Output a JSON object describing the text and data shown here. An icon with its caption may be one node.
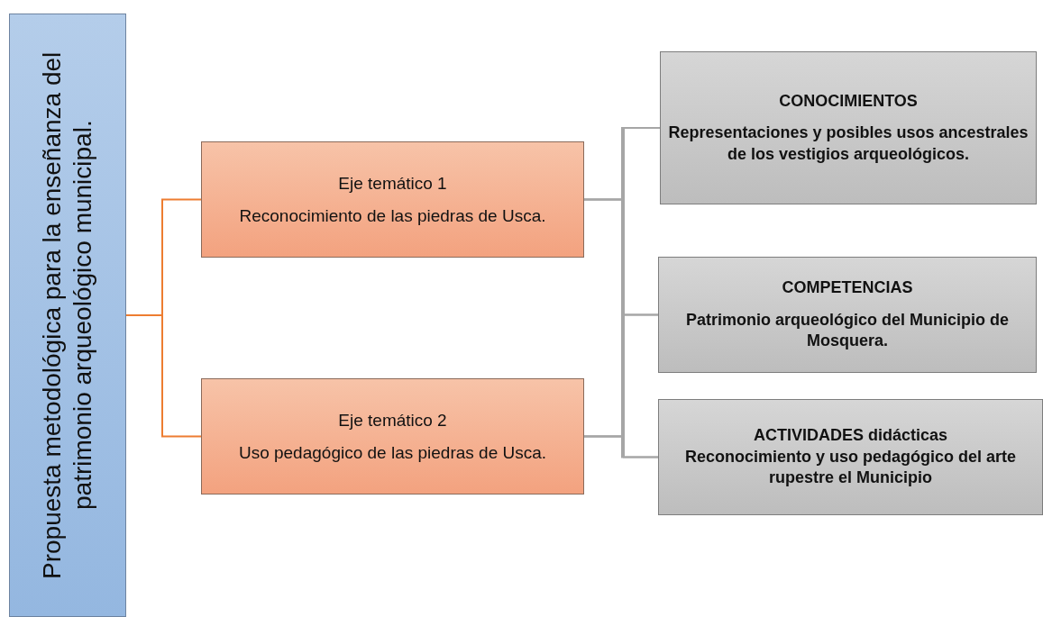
{
  "diagram": {
    "nodes": [
      {
        "text": [
          "Propuesta metodológica para la enseñanza del patrimonio arqueológico municipal."
        ]
      },
      {
        "text": [
          "Eje temático 1",
          "Reconocimiento de las piedras de Usca."
        ]
      },
      {
        "text": [
          "Eje temático 2",
          "Uso pedagógico de las piedras de Usca."
        ]
      },
      {
        "text": [
          "CONOCIMIENTOS",
          "Representaciones y posibles usos ancestrales de los vestigios arqueológicos."
        ]
      },
      {
        "text": [
          "COMPETENCIAS",
          "Patrimonio arqueológico del Municipio de Mosquera."
        ]
      },
      {
        "text": [
          "ACTIVIDADES didácticas",
          "Reconocimiento y uso pedagógico del arte rupestre el Municipio"
        ]
      }
    ],
    "edges": [
      {
        "from": 0,
        "to": 1,
        "arrow": "none",
        "color": "#ed7d31"
      },
      {
        "from": 0,
        "to": 2,
        "arrow": "none",
        "color": "#ed7d31"
      },
      {
        "from": 1,
        "to": 3,
        "arrow": "none"
      },
      {
        "from": 1,
        "to": 4,
        "arrow": "none"
      },
      {
        "from": 1,
        "to": 5,
        "arrow": "none"
      },
      {
        "from": 2,
        "to": 3,
        "arrow": "none"
      },
      {
        "from": 2,
        "to": 4,
        "arrow": "none"
      },
      {
        "from": 2,
        "to": 5,
        "arrow": "none"
      }
    ]
  }
}
